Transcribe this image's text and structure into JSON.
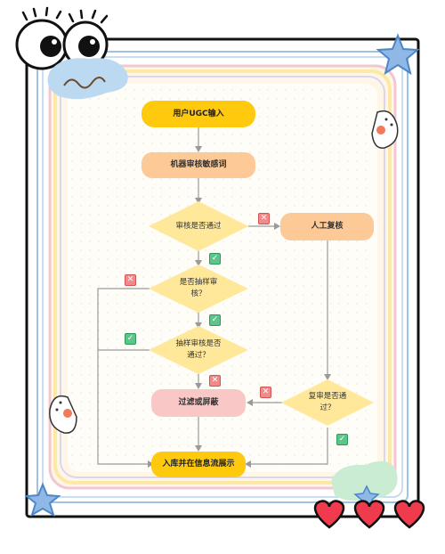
{
  "nodes": {
    "input": "用户UGC输入",
    "machine": "机器审核敏感词",
    "audit_pass": "审核是否通过",
    "manual": "人工复核",
    "sample": "是否抽样审\n核？",
    "sample_pass": "抽样审核是否\n通过？",
    "recheck_pass": "复审是否通\n过？",
    "filter": "过滤或屏蔽",
    "store": "入库并在信息流展示"
  },
  "marks": {
    "yes": "✓",
    "no": "✕"
  },
  "colors": {
    "main_yellow": "#ffc90e",
    "diamond": "#ffe89a",
    "orange": "#fcc997",
    "pink": "#f9c7c6",
    "yes": "#5ec48c",
    "no": "#f28a8a"
  }
}
